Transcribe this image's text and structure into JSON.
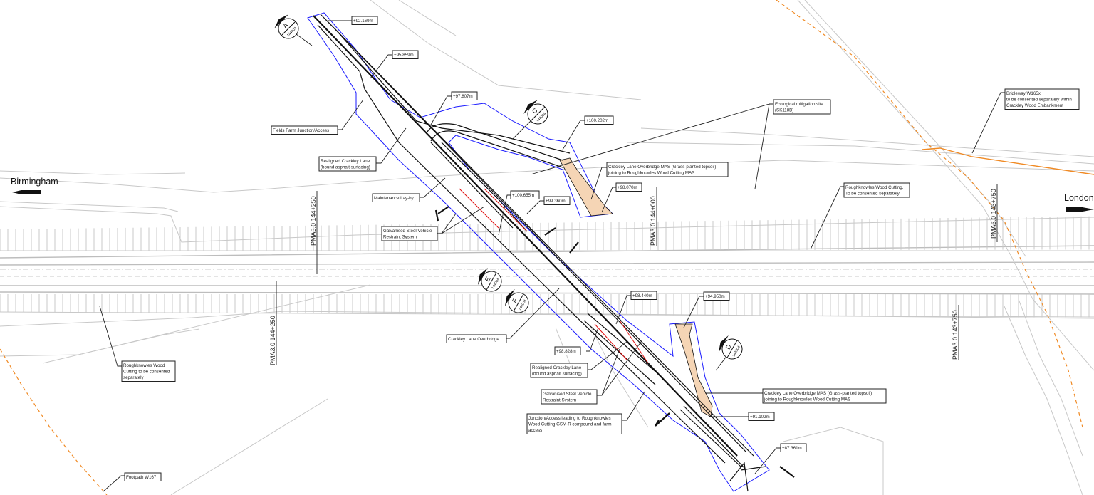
{
  "directions": {
    "west": "Birmingham",
    "east": "London"
  },
  "chainages": [
    "PMA3.0  144+250",
    "PMA3.0  144+250",
    "PMA3.0  144+000",
    "PMA3.0  143+750",
    "PMA3.0  143+750"
  ],
  "sections": [
    {
      "letter": "A",
      "sheet": "144003"
    },
    {
      "letter": "C",
      "sheet": "144004"
    },
    {
      "letter": "E",
      "sheet": "144004"
    },
    {
      "letter": "F",
      "sheet": "144004"
    },
    {
      "letter": "D",
      "sheet": "144004"
    }
  ],
  "levels": [
    "+92.169m",
    "+95.859m",
    "+97.807m",
    "+100.202m",
    "+100.655m",
    "+99.360m",
    "+98.070m",
    "+98.440m",
    "+94.950m",
    "+98.828m",
    "+91.102m",
    "+87.361m"
  ],
  "labels": {
    "fields_farm": "Fields Farm Junction/Access",
    "realigned_1": [
      "Realigned Crackley Lane",
      "(bound asphalt surfacing)"
    ],
    "layby": "Maintenance Lay-by",
    "vrs_1": [
      "Galvanised Steel Vehicle",
      "Restraint System"
    ],
    "mas_north": [
      "Crackley Lane Overbridge MAS (Grass-planted topsoil)",
      "joining to Roughknowles Wood Cutting MAS"
    ],
    "eco": [
      "Ecological mitigation site",
      "(SK118B)"
    ],
    "bridleway": [
      "Bridleway W165x",
      "to be consented separately within",
      "Crackley Wood Embankment"
    ],
    "cutting_east": [
      "Roughknowles Wood Cutting.",
      "To be consented separately"
    ],
    "overbridge": "Crackley Lane Overbridge",
    "realigned_2": [
      "Realigned Crackley Lane",
      "(bound asphalt surfacing)"
    ],
    "vrs_2": [
      "Galvanised Steel Vehicle",
      "Restraint System"
    ],
    "junction_south": [
      "Junction/Access leading to Roughknowles",
      "Wood Cutting GSM-R compound and farm",
      "access"
    ],
    "mas_south": [
      "Crackley Lane Overbridge MAS (Grass-planted topsoil)",
      "joining to Roughknowles Wood Cutting MAS"
    ],
    "cutting_west": [
      "Roughknowles Wood",
      "Cutting to be consented",
      "separately"
    ],
    "footpath": "Footpath W167"
  },
  "colors": {
    "red_line_boundary": "#1a1aff",
    "vrs": "#e01010",
    "mas_fill": "#f5d5b5",
    "rights_of_way": "#f08a24"
  }
}
